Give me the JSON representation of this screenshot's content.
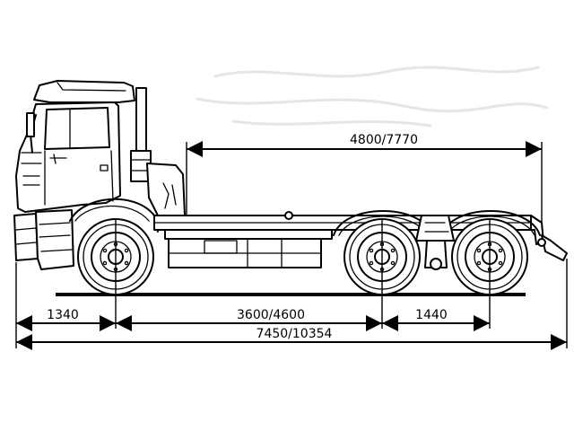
{
  "dimensions": {
    "cargo_length": "4800/7770",
    "front_overhang": "1340",
    "wheelbase": "3600/4600",
    "bogie_spacing": "1440",
    "overall_length": "7450/10354"
  }
}
